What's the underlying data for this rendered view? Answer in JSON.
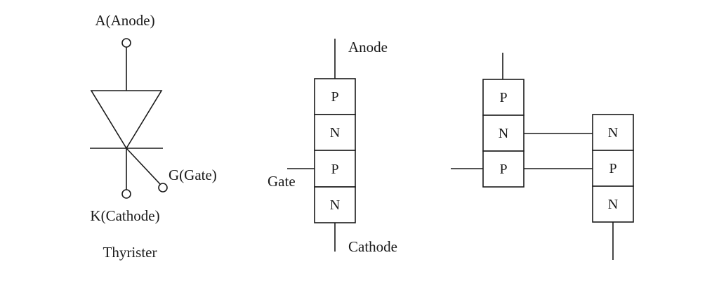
{
  "symbol": {
    "anode_label": "A(Anode)",
    "cathode_label": "K(Cathode)",
    "gate_label": "G(Gate)",
    "caption": "Thyrister"
  },
  "layer_stack": {
    "anode_label": "Anode",
    "cathode_label": "Cathode",
    "gate_label": "Gate",
    "layers": [
      "P",
      "N",
      "P",
      "N"
    ]
  },
  "two_transistor": {
    "left_layers": [
      "P",
      "N",
      "P"
    ],
    "right_layers": [
      "N",
      "P",
      "N"
    ]
  }
}
